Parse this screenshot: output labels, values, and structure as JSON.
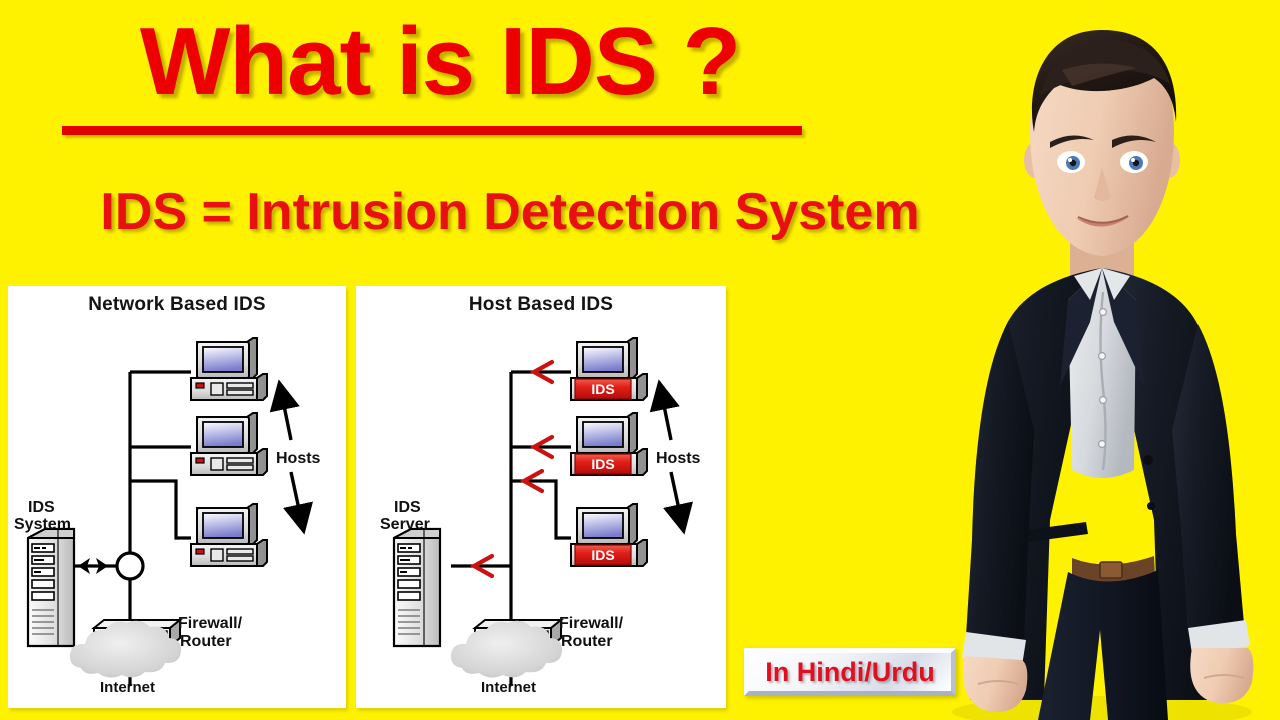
{
  "theme": {
    "background_color": "#FFF200",
    "title_color": "#EE0000",
    "panel_background": "#FFFFFF",
    "ids_tag_color": "#E52020",
    "arrow_color": "#CC1111"
  },
  "header": {
    "title": "What is IDS ?",
    "subtitle": "IDS = Intrusion Detection System"
  },
  "badge": {
    "label": "In Hindi/Urdu"
  },
  "diagrams": [
    {
      "id": "network-based-ids",
      "title": "Network Based IDS",
      "labels": {
        "ids": "IDS",
        "system": "System",
        "hosts": "Hosts",
        "firewall": "Firewall/",
        "router": "Router",
        "internet": "Internet"
      },
      "nodes": [
        {
          "name": "ids-system-server",
          "label": "IDS System"
        },
        {
          "name": "host-computer-1",
          "label": "Host"
        },
        {
          "name": "host-computer-2",
          "label": "Host"
        },
        {
          "name": "host-computer-3",
          "label": "Host"
        },
        {
          "name": "network-tap-node",
          "label": ""
        },
        {
          "name": "firewall-router",
          "label": "Firewall/Router"
        },
        {
          "name": "internet-cloud",
          "label": "Internet"
        }
      ]
    },
    {
      "id": "host-based-ids",
      "title": "Host Based IDS",
      "labels": {
        "ids": "IDS",
        "system": "Server",
        "hosts": "Hosts",
        "firewall": "Firewall/",
        "router": "Router",
        "internet": "Internet"
      },
      "host_tag": "IDS",
      "nodes": [
        {
          "name": "ids-server",
          "label": "IDS Server"
        },
        {
          "name": "host-computer-1",
          "label": "IDS"
        },
        {
          "name": "host-computer-2",
          "label": "IDS"
        },
        {
          "name": "host-computer-3",
          "label": "IDS"
        },
        {
          "name": "firewall-router",
          "label": "Firewall/Router"
        },
        {
          "name": "internet-cloud",
          "label": "Internet"
        }
      ]
    }
  ],
  "avatar": {
    "description": "presenter-avatar",
    "hair_color": "#241a16",
    "skin_color": "#f0cdb4",
    "jacket_color": "#151a24",
    "shirt_color": "#d8dadd",
    "belt_color": "#6b4428"
  }
}
